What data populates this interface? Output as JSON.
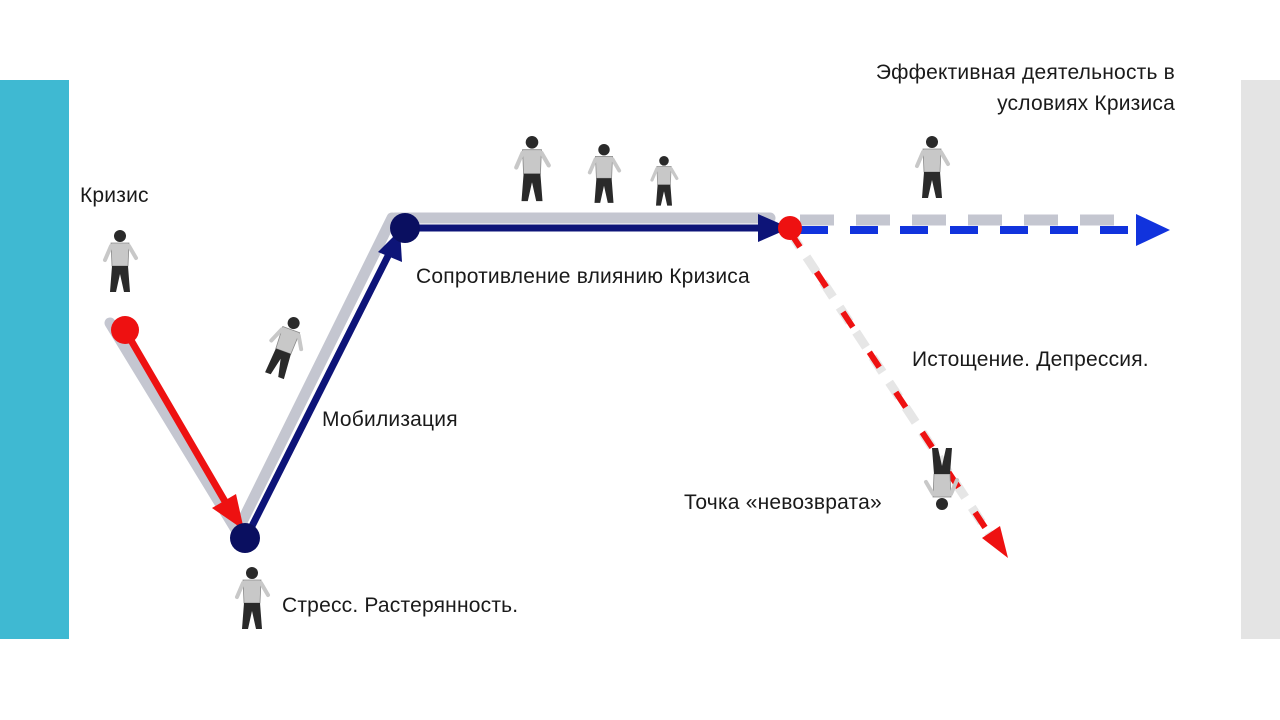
{
  "colors": {
    "accent_bar": "#3fb9d2",
    "side_bar": "#e4e4e4",
    "crisis_red": "#ee1111",
    "resistance_navy": "#0d1478",
    "effective_blue": "#1133dd",
    "shadow_gray": "#c4c6d0",
    "node_navy": "#0a0f60",
    "figure_shirt": "#c8c8c8",
    "figure_pants": "#2a2a2a"
  },
  "labels": {
    "crisis": "Кризис",
    "stress": "Стресс. Растерянность.",
    "mobilization": "Мобилизация",
    "resistance": "Сопротивление влиянию Кризиса",
    "effective_line1": "Эффективная деятельность в",
    "effective_line2": "условиях Кризиса",
    "exhaustion": "Истощение. Депрессия.",
    "no_return": "Точка «невозврата»"
  },
  "icons": {
    "figure": "person-figure-icon"
  }
}
